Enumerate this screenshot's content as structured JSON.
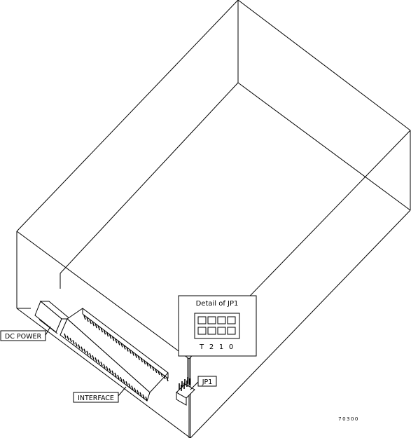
{
  "diagram": {
    "detail_title": "Detail of JP1",
    "detail_pin_labels": [
      "T",
      "2",
      "1",
      "0"
    ],
    "labels": {
      "dc_power": "DC POWER",
      "interface": "INTERFACE",
      "jp1": "JP1",
      "figure_number": "70300"
    },
    "colors": {
      "line": "#000000",
      "background": "#ffffff"
    }
  }
}
